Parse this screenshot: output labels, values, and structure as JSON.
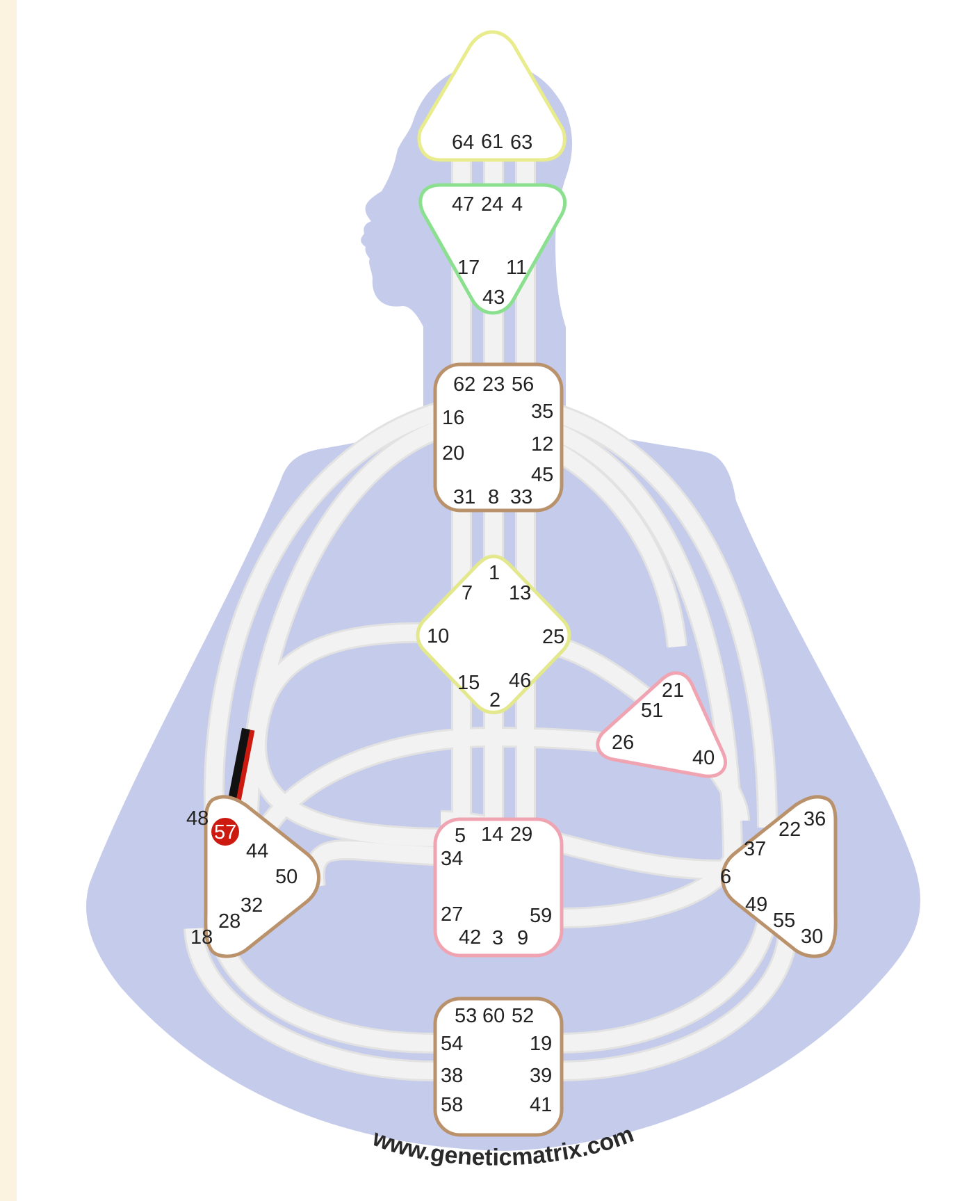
{
  "watermark": "www.geneticmatrix.com",
  "colors": {
    "body": "#c5cbea",
    "channel": "#f2f2f2",
    "channel_edge": "#e2e2e2",
    "head": "#e8ec8c",
    "ajna": "#8ae08e",
    "throat": "#b9926c",
    "g": "#e3e88c",
    "heart": "#f0a4b2",
    "sacral": "#f0a4b2",
    "spleen": "#b9926c",
    "solar_plexus": "#b9926c",
    "root": "#b9926c",
    "active_red": "#cc1a10",
    "active_black": "#111111"
  },
  "centers": [
    {
      "name": "head",
      "gates": [
        "64",
        "61",
        "63"
      ]
    },
    {
      "name": "ajna",
      "gates": [
        "47",
        "24",
        "4",
        "17",
        "11",
        "43"
      ]
    },
    {
      "name": "throat",
      "gates": [
        "62",
        "23",
        "56",
        "16",
        "35",
        "20",
        "12",
        "45",
        "31",
        "8",
        "33"
      ]
    },
    {
      "name": "g",
      "gates": [
        "1",
        "7",
        "13",
        "10",
        "25",
        "15",
        "46",
        "2"
      ]
    },
    {
      "name": "heart",
      "gates": [
        "21",
        "51",
        "26",
        "40"
      ]
    },
    {
      "name": "spleen",
      "gates": [
        "48",
        "57",
        "44",
        "50",
        "32",
        "28",
        "18"
      ]
    },
    {
      "name": "sacral",
      "gates": [
        "5",
        "14",
        "29",
        "34",
        "27",
        "59",
        "42",
        "3",
        "9"
      ]
    },
    {
      "name": "solar-plexus",
      "gates": [
        "36",
        "22",
        "37",
        "6",
        "49",
        "55",
        "30"
      ]
    },
    {
      "name": "root",
      "gates": [
        "53",
        "60",
        "52",
        "54",
        "19",
        "38",
        "39",
        "58",
        "41"
      ]
    }
  ],
  "active_gates": [
    "57"
  ]
}
